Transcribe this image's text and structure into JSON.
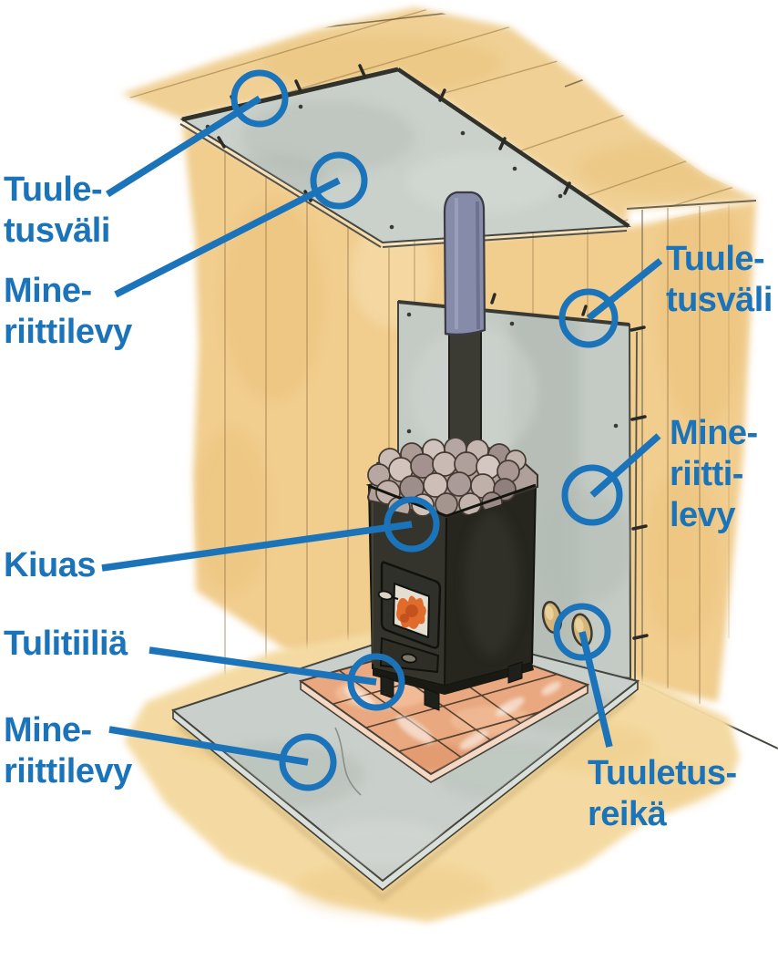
{
  "illustration": {
    "title": "Sauna stove (kiuas) fire-safety installation diagram",
    "accent_color": "#1b74ba",
    "palette": {
      "wood": "#f1cd8e",
      "mineral_board_gray": "#c6ccc7",
      "fire_brick_tile": "#e9a87f",
      "stove_black": "#34342c",
      "pipe_blue": "#868ba9",
      "fire_orange": "#e06b2b"
    }
  },
  "annotations": [
    {
      "id": "tuuletusvali-ceiling",
      "text": "Tuule-\ntusväli"
    },
    {
      "id": "mineriittilevy-ceiling",
      "text": "Mine-\nriittilevy"
    },
    {
      "id": "tuuletusvali-wall",
      "text": "Tuule-\ntusväli"
    },
    {
      "id": "mineriittilevy-wall",
      "text": "Mine-\nriitti-\nlevy"
    },
    {
      "id": "kiuas",
      "text": "Kiuas"
    },
    {
      "id": "tulitiilia",
      "text": "Tulitiiliä"
    },
    {
      "id": "mineriittilevy-floor",
      "text": "Mine-\nriittilevy"
    },
    {
      "id": "tuuletusreika",
      "text": "Tuuletus-\nreikä"
    }
  ]
}
